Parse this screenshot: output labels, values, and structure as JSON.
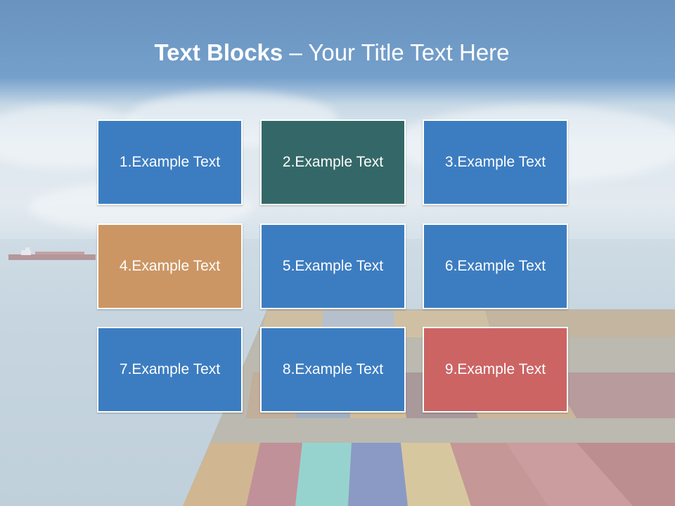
{
  "slide": {
    "title_bold": "Text Blocks",
    "title_dash": " – ",
    "title_rest": "Your Title Text Here"
  },
  "blocks": [
    {
      "label": "1.Example Text",
      "color": "#3c7dc1"
    },
    {
      "label": "2.Example Text",
      "color": "#346868"
    },
    {
      "label": "3.Example Text",
      "color": "#3c7dc1"
    },
    {
      "label": "4.Example Text",
      "color": "#cc9664"
    },
    {
      "label": "5.Example Text",
      "color": "#3c7dc1"
    },
    {
      "label": "6.Example Text",
      "color": "#3c7dc1"
    },
    {
      "label": "7.Example Text",
      "color": "#3c7dc1"
    },
    {
      "label": "8.Example Text",
      "color": "#3c7dc1"
    },
    {
      "label": "9.Example Text",
      "color": "#cc6464"
    }
  ]
}
